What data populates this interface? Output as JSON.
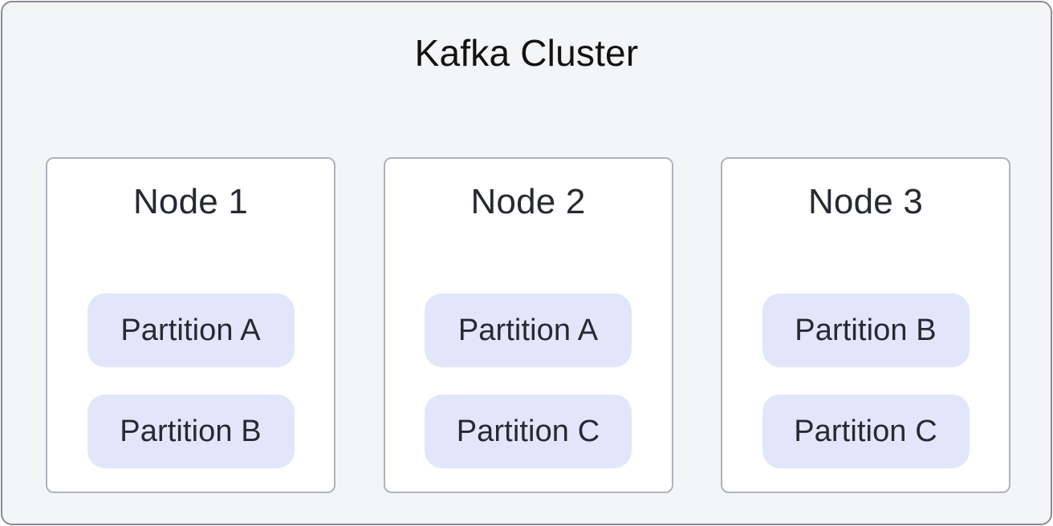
{
  "diagram": {
    "title": "Kafka Cluster",
    "colors": {
      "cluster_background": "#F4F5F7",
      "cluster_border": "#8B8B96",
      "node_background": "#FFFFFF",
      "node_border": "#B0B2BC",
      "partition_background": "#E2E6FB",
      "title_text": "#121212",
      "node_text": "#262A31",
      "partition_text": "#262A31"
    },
    "nodes": [
      {
        "label": "Node 1",
        "partitions": [
          {
            "label": "Partition A"
          },
          {
            "label": "Partition B"
          }
        ]
      },
      {
        "label": "Node 2",
        "partitions": [
          {
            "label": "Partition A"
          },
          {
            "label": "Partition C"
          }
        ]
      },
      {
        "label": "Node 3",
        "partitions": [
          {
            "label": "Partition B"
          },
          {
            "label": "Partition C"
          }
        ]
      }
    ]
  }
}
